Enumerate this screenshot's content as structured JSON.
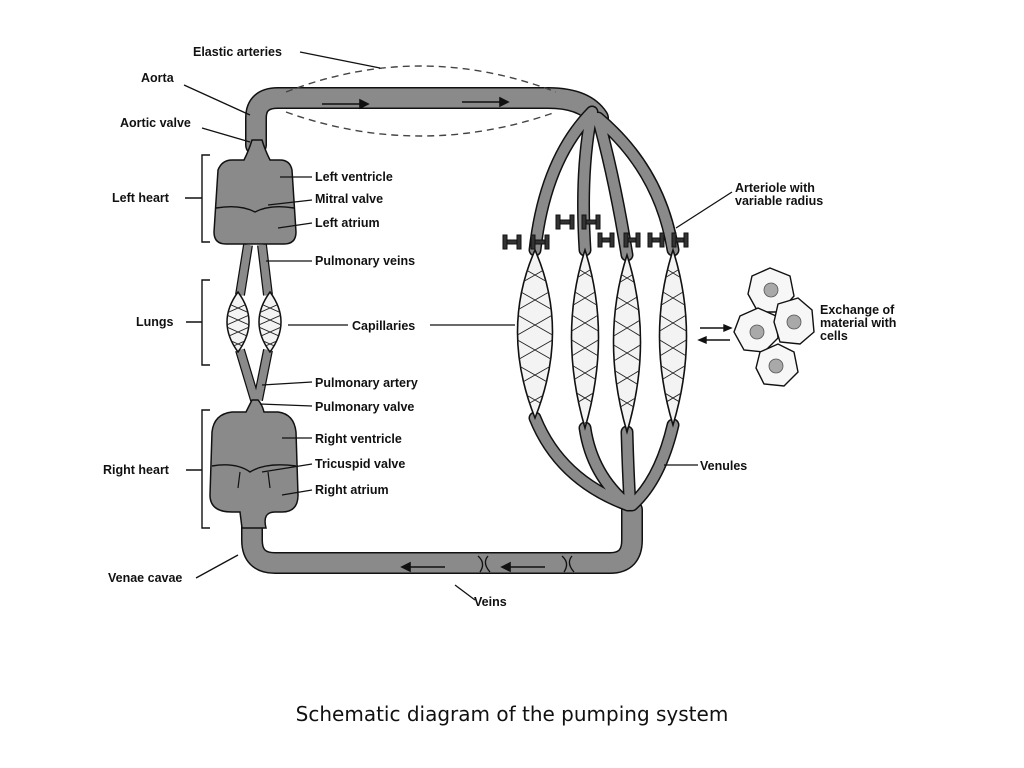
{
  "labels": {
    "elastic_arteries": "Elastic arteries",
    "aorta": "Aorta",
    "aortic_valve": "Aortic valve",
    "left_heart": "Left heart",
    "left_ventricle": "Left ventricle",
    "mitral_valve": "Mitral valve",
    "left_atrium": "Left atrium",
    "pulmonary_veins": "Pulmonary veins",
    "lungs": "Lungs",
    "capillaries": "Capillaries",
    "pulmonary_artery": "Pulmonary artery",
    "pulmonary_valve": "Pulmonary valve",
    "right_heart": "Right heart",
    "right_ventricle": "Right ventricle",
    "tricuspid_valve": "Tricuspid valve",
    "right_atrium": "Right atrium",
    "venae_cavae": "Venae cavae",
    "veins": "Veins",
    "venules": "Venules",
    "arteriole_line1": "Arteriole with",
    "arteriole_line2": "variable radius",
    "exchange_line1": "Exchange of",
    "exchange_line2": "material with",
    "exchange_line3": "cells"
  },
  "caption": "Schematic diagram of the pumping system",
  "colors": {
    "vessel_fill": "#8a8a8a",
    "outline": "#111111",
    "cell_nucleus": "#a9a9a9"
  }
}
